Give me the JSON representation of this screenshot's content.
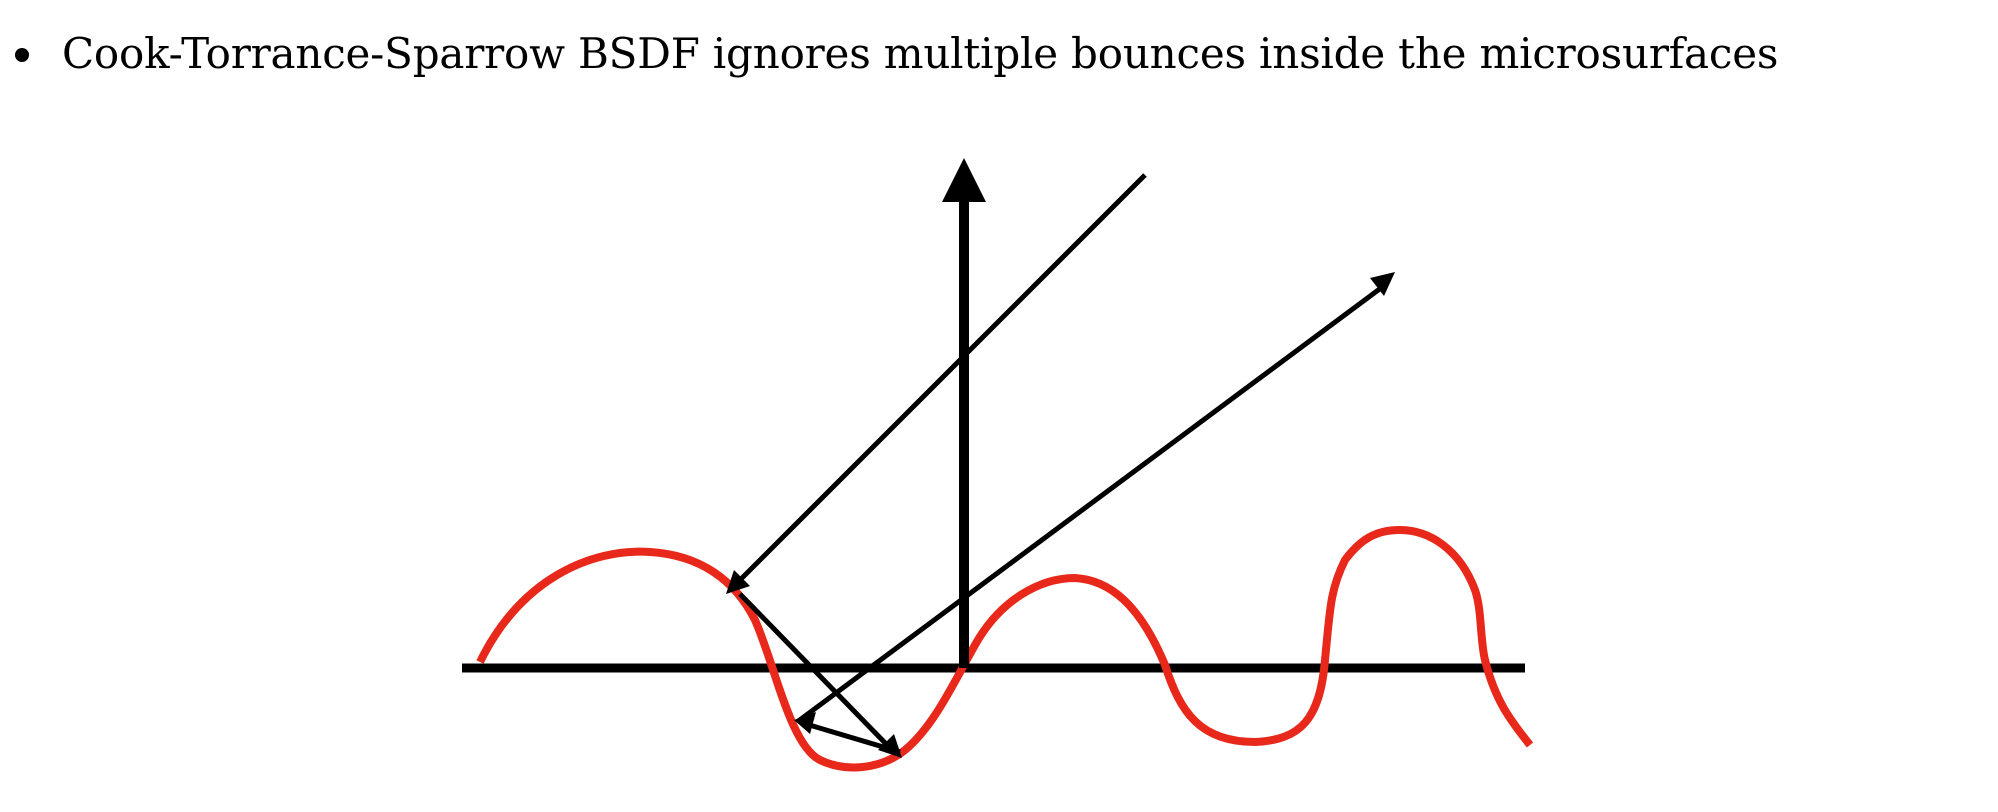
{
  "slide": {
    "bullet": "Cook-Torrance-Sparrow BSDF ignores multiple bounces inside the microsurfaces"
  },
  "diagram": {
    "icons": [
      "normal-arrow",
      "incident-ray",
      "bounce-ray",
      "exit-ray"
    ],
    "colors": {
      "surface": "#e8281a",
      "rays": "#000000",
      "macrosurface": "#000000"
    }
  }
}
